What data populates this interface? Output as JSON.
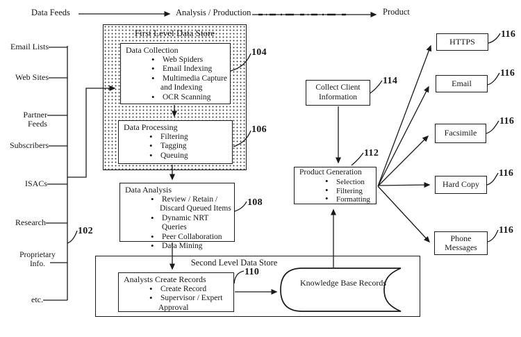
{
  "header": {
    "data_feeds": "Data Feeds",
    "analysis_production": "Analysis / Production",
    "product": "Product"
  },
  "refs": {
    "sources": "102",
    "data_collection": "104",
    "data_processing": "106",
    "data_analysis": "108",
    "analysts_create_records": "110",
    "product_generation": "112",
    "collect_client": "114",
    "outputs": "116"
  },
  "sources": [
    "Email Lists",
    "Web Sites",
    "Partner Feeds",
    "Subscribers",
    "ISACs",
    "Research",
    "Proprietary Info.",
    "etc."
  ],
  "first_level_store": {
    "title": "First Level Data Store"
  },
  "data_collection": {
    "title": "Data Collection",
    "items": [
      "Web Spiders",
      "Email Indexing",
      "Multimedia Capture",
      "OCR Scanning"
    ],
    "cont": "and Indexing"
  },
  "data_processing": {
    "title": "Data Processing",
    "items": [
      "Filtering",
      "Tagging",
      "Queuing"
    ]
  },
  "data_analysis": {
    "title": "Data Analysis",
    "items": [
      "Review / Retain /",
      "Dynamic NRT Queries",
      "Peer Collaboration",
      "Data Mining"
    ],
    "cont": "Discard Queued Items"
  },
  "second_level_store": {
    "title": "Second Level Data Store"
  },
  "analysts_create_records": {
    "title": "Analysts Create Records",
    "items": [
      "Create Record",
      "Supervisor / Expert"
    ],
    "cont": "Approval"
  },
  "knowledge_base": {
    "label": "Knowledge Base Records"
  },
  "collect_client": {
    "label": "Collect Client Information"
  },
  "product_generation": {
    "title": "Product Generation",
    "items": [
      "Selection",
      "Filtering",
      "Formatting"
    ]
  },
  "outputs": [
    "HTTPS",
    "Email",
    "Facsimile",
    "Hard Copy",
    "Phone Messages"
  ]
}
